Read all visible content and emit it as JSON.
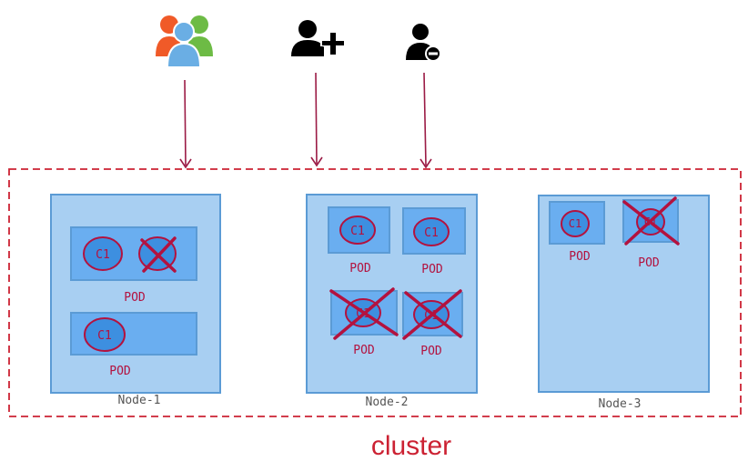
{
  "icons": [
    {
      "name": "user-group-icon"
    },
    {
      "name": "add-user-icon"
    },
    {
      "name": "remove-user-icon"
    }
  ],
  "nodes": [
    {
      "label": "Node-1"
    },
    {
      "label": "Node-2"
    },
    {
      "label": "Node-3"
    }
  ],
  "container_label": "C1",
  "pod_label": "POD",
  "cluster_label": "cluster",
  "colors": {
    "box_fill": "#a8cff2",
    "box_stroke": "#5b9bd5",
    "pod_fill": "#6aaef0",
    "circle_fill": "#3d8fe0",
    "red": "#b3123f",
    "cluster_border": "#cc2233",
    "cluster_text": "#cc2233",
    "arrow": "#9b1b45"
  }
}
